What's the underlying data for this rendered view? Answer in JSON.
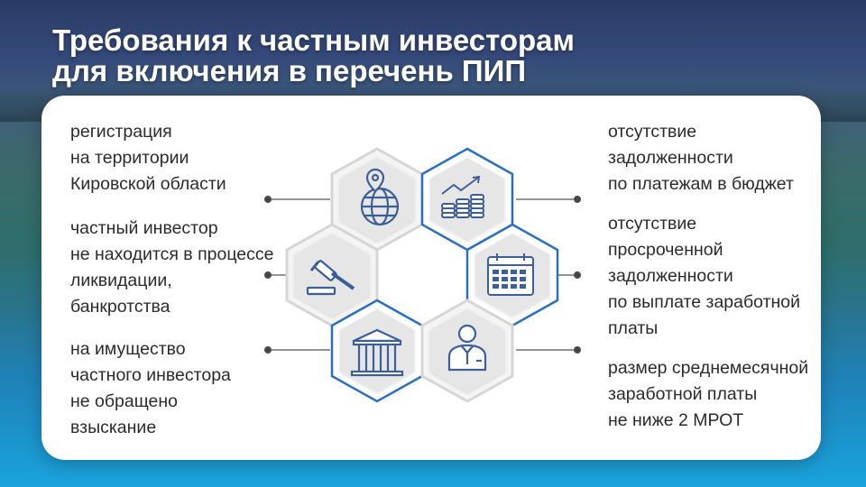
{
  "title": {
    "line1": "Требования к частным инвесторам",
    "line2": "для включения в перечень ПИП"
  },
  "requirements_left": [
    {
      "text": "регистрация\nна территории\nКировской области",
      "icon": "globe-location-icon"
    },
    {
      "text": "частный инвестор\nне находится в процессе\nликвидации,\nбанкротства",
      "icon": "gavel-icon"
    },
    {
      "text": "на имущество\nчастного инвестора\nне обращено\nвзыскание",
      "icon": "bank-building-icon"
    }
  ],
  "requirements_right": [
    {
      "text": "отсутствие\nзадолженности\nпо платежам в бюджет",
      "icon": "coins-growth-icon"
    },
    {
      "text": "отсутствие\nпросроченной\nзадолженности\nпо выплате заработной\nплаты",
      "icon": "calendar-icon"
    },
    {
      "text": "размер среднемесячной\nзаработной платы\nне ниже 2 МРОТ",
      "icon": "employee-icon"
    }
  ],
  "colors": {
    "accent_blue": "#2a6fc2",
    "hex_fill": "#ececec",
    "hex_border": "#d9d9d9",
    "icon_stroke": "#4a6fa6"
  }
}
